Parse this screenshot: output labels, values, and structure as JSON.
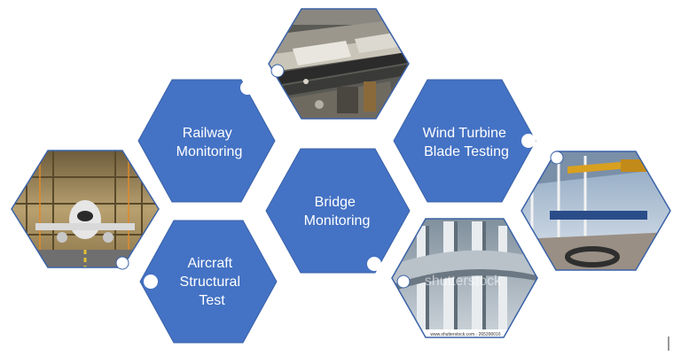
{
  "colors": {
    "hex_fill": "#4472c4",
    "hex_stroke": "#3a62a8",
    "background": "#ffffff",
    "dot": "#ffffff"
  },
  "hexes": {
    "railway": [
      "Railway",
      "Monitoring"
    ],
    "wind": [
      "Wind Turbine",
      "Blade Testing"
    ],
    "bridge": [
      "Bridge",
      "Monitoring"
    ],
    "aircraft": [
      "Aircraft",
      "Structural",
      "Test"
    ]
  },
  "photos": {
    "bridge_watermark": "shutterstock",
    "bridge_caption": "www.shutterstock.com · 265390016"
  }
}
